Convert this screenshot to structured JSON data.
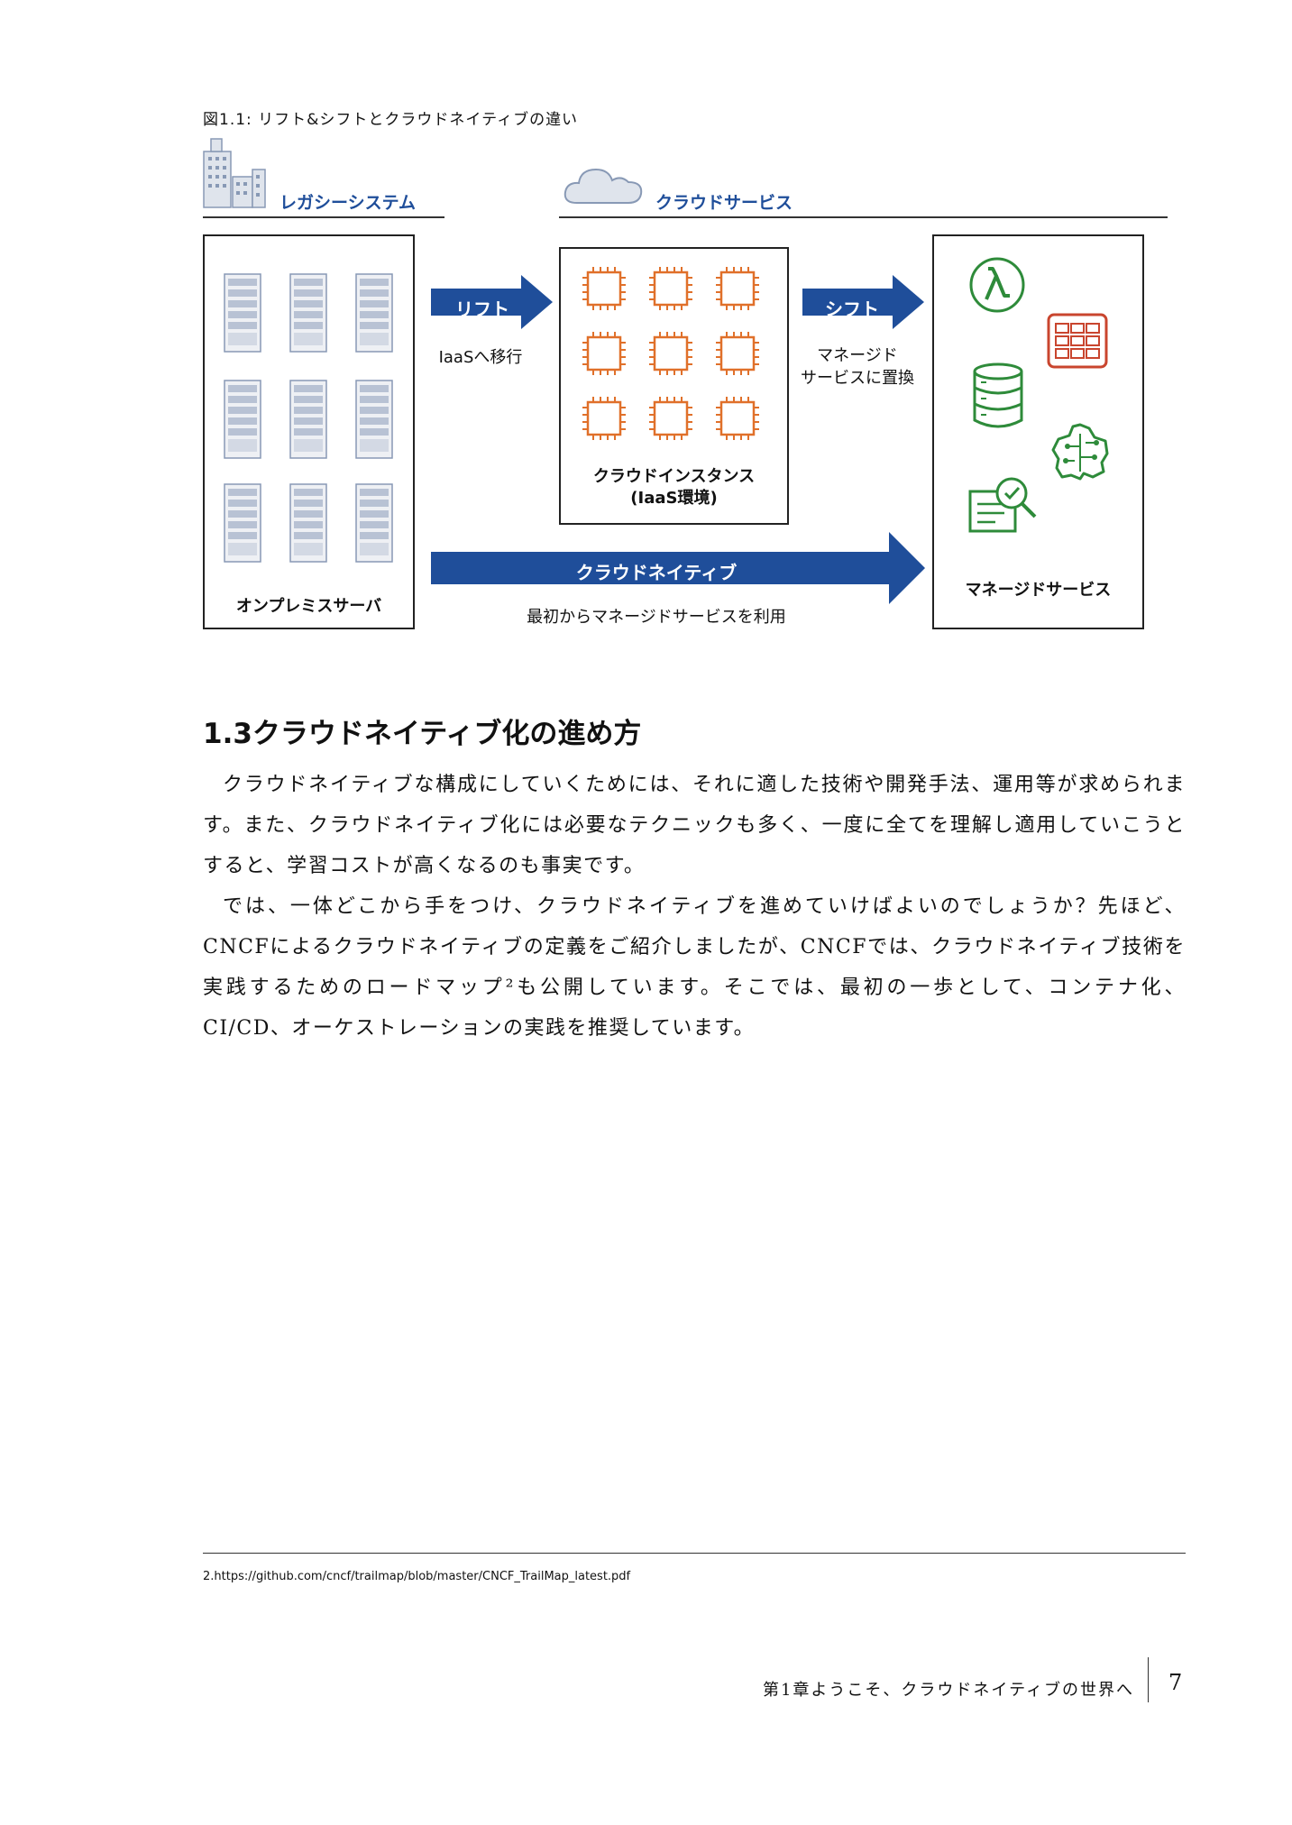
{
  "figure": {
    "caption": "図1.1: リフト&シフトとクラウドネイティブの違い",
    "legacy_label": "レガシーシステム",
    "cloud_label": "クラウドサービス",
    "onprem_label": "オンプレミスサーバ",
    "instance_label_1": "クラウドインスタンス",
    "instance_label_2": "(IaaS環境)",
    "managed_label": "マネージドサービス",
    "lift_label": "リフト",
    "lift_desc": "IaaSへ移行",
    "shift_label": "シフト",
    "shift_desc_1": "マネージド",
    "shift_desc_2": "サービスに置換",
    "native_label": "クラウドネイティブ",
    "native_desc": "最初からマネージドサービスを利用",
    "colors": {
      "navy": "#1f4e9a",
      "orange": "#e0702a",
      "green": "#2e8b3a",
      "red": "#c9452e"
    }
  },
  "section": {
    "heading": "1.3クラウドネイティブ化の進め方",
    "paragraphs": [
      "クラウドネイティブな構成にしていくためには、それに適した技術や開発手法、運用等が求められます。また、クラウドネイティブ化には必要なテクニックも多く、一度に全てを理解し適用していこうとすると、学習コストが高くなるのも事実です。",
      "では、一体どこから手をつけ、クラウドネイティブを進めていけばよいのでしょうか？先ほど、CNCFによるクラウドネイティブの定義をご紹介しましたが、CNCFでは、クラウドネイティブ技術を実践するためのロードマップ²も公開しています。そこでは、最初の一歩として、コンテナ化、CI/CD、オーケストレーションの実践を推奨しています。"
    ]
  },
  "footnote": "2.https://github.com/cncf/trailmap/blob/master/CNCF_TrailMap_latest.pdf",
  "footer": {
    "chapter": "第1章ようこそ、クラウドネイティブの世界へ",
    "page": "7"
  }
}
